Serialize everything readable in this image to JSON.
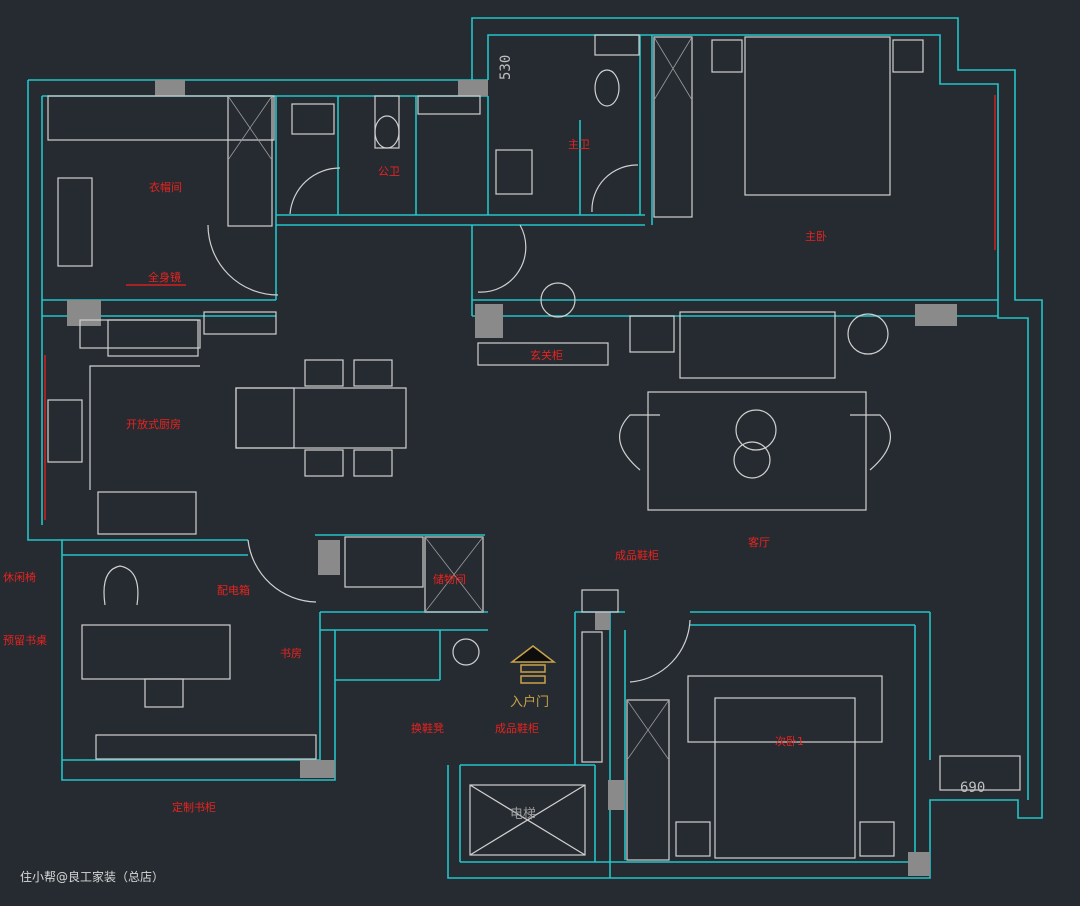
{
  "rooms": {
    "cloakroom": "衣帽间",
    "guest_bath": "公卫",
    "master_bath": "主卫",
    "master_bedroom": "主卧",
    "foyer_cabinet": "玄关柜",
    "open_kitchen": "开放式厨房",
    "full_mirror": "全身镜",
    "living_room": "客厅",
    "storage": "储物间",
    "electric_box": "配电箱",
    "study": "书房",
    "lounge_chair": "休闲椅",
    "reserved_desk": "预留书桌",
    "custom_bookcase": "定制书柜",
    "shoe_bench": "换鞋凳",
    "shoe_cabinet_1": "成品鞋柜",
    "shoe_cabinet_2": "成品鞋柜",
    "entrance": "入户门",
    "elevator": "电梯",
    "second_bedroom": "次卧1"
  },
  "dimensions": {
    "top": "530",
    "bottom_right": "690"
  },
  "watermark": "住小帮@良工家装（总店）",
  "colors": {
    "background": "#262b31",
    "walls": "#22c3c8",
    "labels": "#e8231f",
    "furniture": "#d0d0d0"
  }
}
